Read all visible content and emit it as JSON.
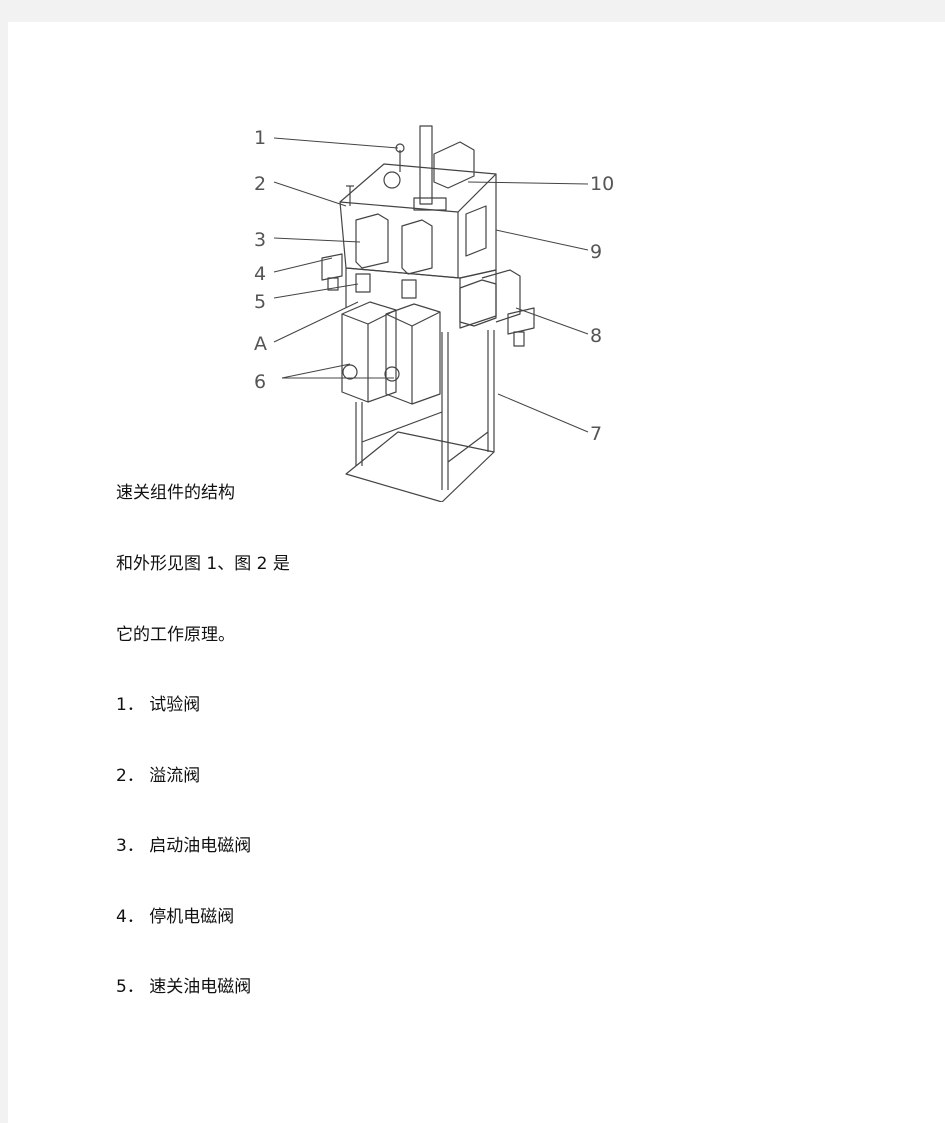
{
  "figure": {
    "callouts": [
      "1",
      "2",
      "3",
      "4",
      "5",
      "A",
      "6",
      "10",
      "9",
      "8",
      "7"
    ]
  },
  "text_lines": [
    "速关组件的结构",
    "和外形见图 1、图 2 是",
    "它的工作原理。",
    "1． 试验阀",
    "2． 溢流阀",
    "3． 启动油电磁阀",
    "4． 停机电磁阀",
    "5． 速关油电磁阀"
  ]
}
